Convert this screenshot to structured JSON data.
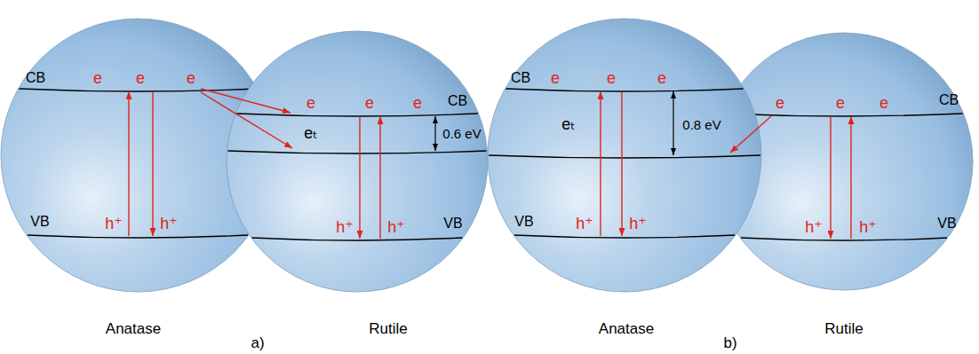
{
  "diagram": {
    "nodes": [
      {
        "text": [
          "CB",
          "e",
          "e",
          "e",
          "VB",
          "h⁺",
          "h⁺",
          "Anatase"
        ]
      },
      {
        "text": [
          "e",
          "e",
          "e",
          "CB",
          "eₜ",
          "0.6 eV",
          "VB",
          "h⁺",
          "h⁺",
          "Rutile"
        ]
      },
      {
        "text": [
          "CB",
          "e",
          "e",
          "e",
          "eₜ",
          "0.8 eV",
          "VB",
          "h⁺",
          "h⁺",
          "Anatase"
        ]
      },
      {
        "text": [
          "e",
          "e",
          "e",
          "CB",
          "VB",
          "h⁺",
          "h⁺",
          "Rutile"
        ]
      }
    ],
    "edges": [
      {
        "from": 0,
        "to": 1,
        "arrow": "to"
      },
      {
        "from": 0,
        "to": 1,
        "arrow": "to"
      },
      {
        "from": 3,
        "to": 2,
        "arrow": "to"
      }
    ],
    "labels": [
      "a)",
      "b)"
    ]
  }
}
